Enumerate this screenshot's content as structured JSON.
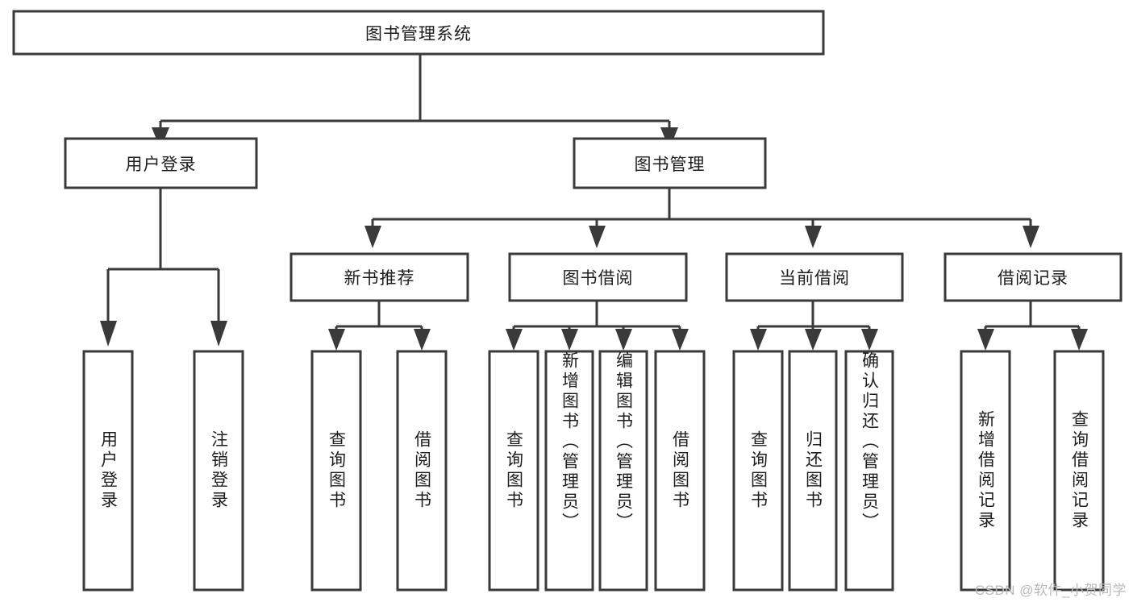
{
  "diagram": {
    "type": "tree-hierarchy-chart",
    "title": "图书管理系统",
    "orientation": "top-down",
    "colors": {
      "box_stroke": "#3a3a3a",
      "box_fill": "#ffffff",
      "connector": "#3a3a3a",
      "text": "#1d1d1d",
      "background": "#ffffff",
      "watermark": "#b9b9b9"
    },
    "levels": [
      {
        "level": 0,
        "nodes": [
          {
            "id": "root",
            "label": "图书管理系统",
            "text_orientation": "horizontal"
          }
        ]
      },
      {
        "level": 1,
        "nodes": [
          {
            "id": "login",
            "label": "用户登录",
            "text_orientation": "horizontal",
            "parent": "root"
          },
          {
            "id": "bookmgmt",
            "label": "图书管理",
            "text_orientation": "horizontal",
            "parent": "root"
          }
        ]
      },
      {
        "level": 2,
        "nodes": [
          {
            "id": "newbook",
            "label": "新书推荐",
            "text_orientation": "horizontal",
            "parent": "bookmgmt"
          },
          {
            "id": "borrow",
            "label": "图书借阅",
            "text_orientation": "horizontal",
            "parent": "bookmgmt"
          },
          {
            "id": "current",
            "label": "当前借阅",
            "text_orientation": "horizontal",
            "parent": "bookmgmt"
          },
          {
            "id": "records",
            "label": "借阅记录",
            "text_orientation": "horizontal",
            "parent": "bookmgmt"
          }
        ]
      },
      {
        "level": 3,
        "nodes": [
          {
            "id": "leaf1",
            "label": "用户登录",
            "text_orientation": "vertical",
            "parent": "login"
          },
          {
            "id": "leaf2",
            "label": "注销登录",
            "text_orientation": "vertical",
            "parent": "login"
          },
          {
            "id": "leaf3",
            "label": "查询图书",
            "text_orientation": "vertical",
            "parent": "newbook"
          },
          {
            "id": "leaf4",
            "label": "借阅图书",
            "text_orientation": "vertical",
            "parent": "newbook"
          },
          {
            "id": "leaf5",
            "label": "查询图书",
            "text_orientation": "vertical",
            "parent": "borrow"
          },
          {
            "id": "leaf6",
            "label": "新增图书（管理员）",
            "text_orientation": "vertical",
            "parent": "borrow"
          },
          {
            "id": "leaf7",
            "label": "编辑图书（管理员）",
            "text_orientation": "vertical",
            "parent": "borrow"
          },
          {
            "id": "leaf8",
            "label": "借阅图书",
            "text_orientation": "vertical",
            "parent": "borrow"
          },
          {
            "id": "leaf9",
            "label": "查询图书",
            "text_orientation": "vertical",
            "parent": "current"
          },
          {
            "id": "leaf10",
            "label": "归还图书",
            "text_orientation": "vertical",
            "parent": "current"
          },
          {
            "id": "leaf11",
            "label": "确认归还（管理员）",
            "text_orientation": "vertical",
            "parent": "current"
          },
          {
            "id": "leaf12",
            "label": "新增借阅记录",
            "text_orientation": "vertical",
            "parent": "records"
          },
          {
            "id": "leaf13",
            "label": "查询借阅记录",
            "text_orientation": "vertical",
            "parent": "records"
          }
        ]
      }
    ]
  },
  "watermark": {
    "text": "CSDN @软件_小贺同学"
  }
}
